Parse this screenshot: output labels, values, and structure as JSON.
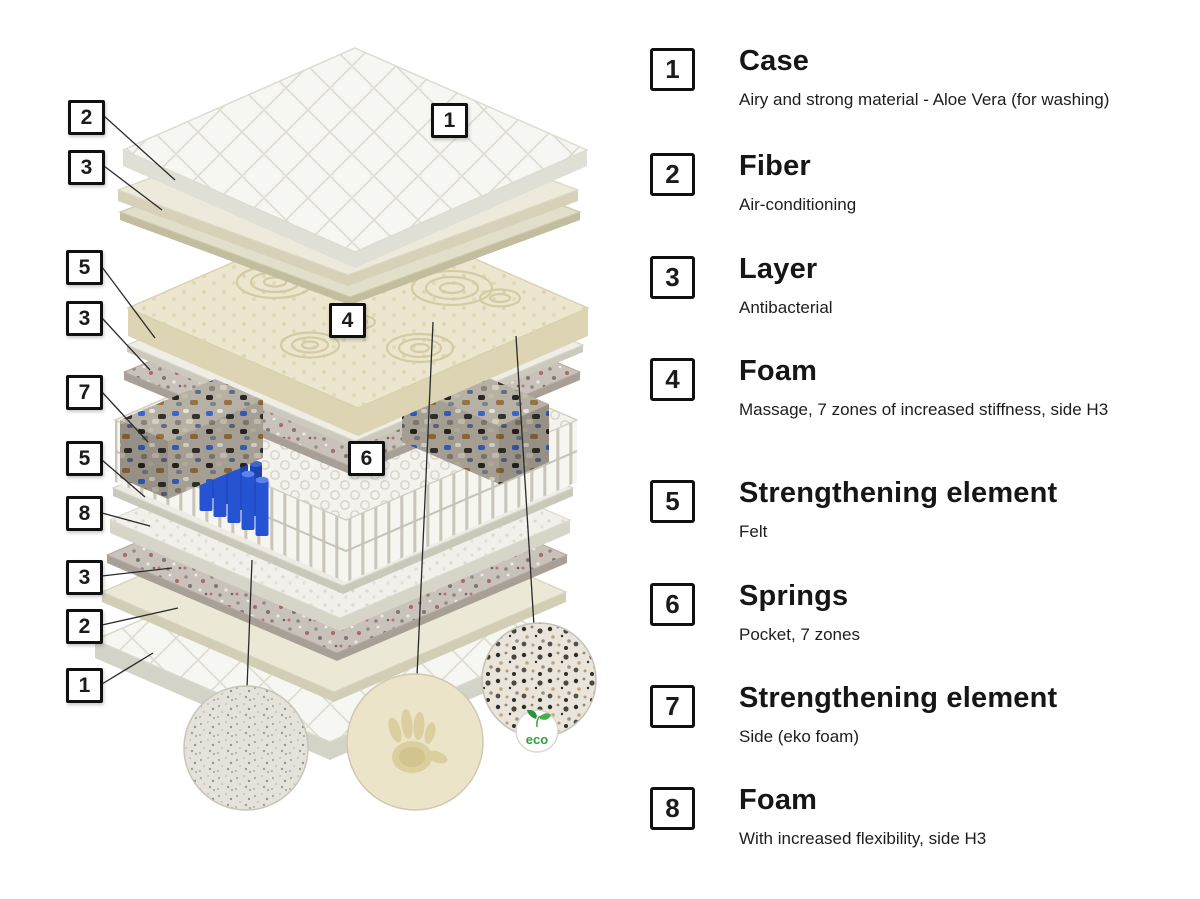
{
  "legend": {
    "items": [
      {
        "number": "1",
        "title": "Case",
        "description": "Airy and strong material - Aloe Vera (for washing)"
      },
      {
        "number": "2",
        "title": "Fiber",
        "description": "Air-conditioning"
      },
      {
        "number": "3",
        "title": "Layer",
        "description": "Antibacterial"
      },
      {
        "number": "4",
        "title": "Foam",
        "description": "Massage, 7 zones of increased stiffness, side H3"
      },
      {
        "number": "5",
        "title": "Strengthening element",
        "description": "Felt"
      },
      {
        "number": "6",
        "title": "Springs",
        "description": "Pocket, 7 zones"
      },
      {
        "number": "7",
        "title": "Strengthening element",
        "description": "Side (eko foam)"
      },
      {
        "number": "8",
        "title": "Foam",
        "description": "With increased flexibility, side H3"
      }
    ]
  },
  "diagram": {
    "markers_left": [
      "2",
      "3",
      "5",
      "3",
      "7",
      "5",
      "8",
      "3",
      "2",
      "1"
    ],
    "markers_inline": [
      "1",
      "4",
      "6"
    ],
    "eco_label": "eco"
  }
}
